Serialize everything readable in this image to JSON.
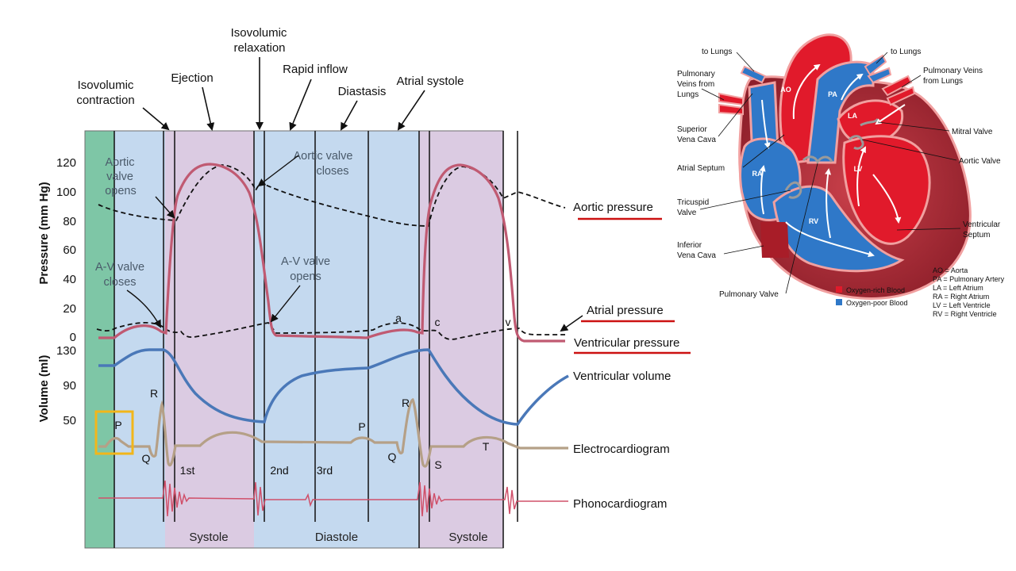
{
  "wiggers": {
    "phase_labels": {
      "isovolumic_contraction": [
        "Isovolumic",
        "contraction"
      ],
      "ejection": "Ejection",
      "isovolumic_relaxation": [
        "Isovolumic",
        "relaxation"
      ],
      "rapid_inflow": "Rapid inflow",
      "diastasis": "Diastasis",
      "atrial_systole": "Atrial systole"
    },
    "pressure_axis": {
      "title": "Pressure (mm Hg)",
      "ticks": [
        "120",
        "100",
        "80",
        "60",
        "40",
        "20",
        "0"
      ]
    },
    "volume_axis": {
      "title": "Volume (ml)",
      "ticks": [
        "130",
        "90",
        "50"
      ]
    },
    "annotations": {
      "aortic_opens": [
        "Aortic",
        "valve",
        "opens"
      ],
      "aortic_closes": [
        "Aortic valve",
        "closes"
      ],
      "av_closes": [
        "A-V valve",
        "closes"
      ],
      "av_opens": [
        "A-V valve",
        "opens"
      ]
    },
    "wave_letters": {
      "a": "a",
      "c": "c",
      "v": "v"
    },
    "ecg_letters": {
      "p1": "P",
      "q1": "Q",
      "r1": "R",
      "p2": "P",
      "q2": "Q",
      "r2": "R",
      "s2": "S",
      "t2": "T"
    },
    "heart_sounds": {
      "first": "1st",
      "second": "2nd",
      "third": "3rd"
    },
    "curve_labels": {
      "aortic_pressure": "Aortic pressure",
      "atrial_pressure": "Atrial pressure",
      "ventricular_pressure": "Ventricular pressure",
      "ventricular_volume": "Ventricular volume",
      "electrocardiogram": "Electrocardiogram",
      "phonocardiogram": "Phonocardiogram"
    },
    "bottom_phases": {
      "systole1": "Systole",
      "diastole": "Diastole",
      "systole2": "Systole"
    },
    "colors": {
      "atrial_band": "#7ec6a6",
      "diastole_band": "#c4d9ef",
      "systole_band": "#dbcbe2",
      "ventricular_pressure": "#c05a72",
      "volume": "#4a78b8",
      "ecg": "#b5a087",
      "phono": "#d0506a",
      "underline": "#cc1111",
      "highlight_box": "#f2b61a"
    }
  },
  "heart": {
    "labels": {
      "to_lungs_left": "to Lungs",
      "to_lungs_right": "to Lungs",
      "pulm_veins_left": [
        "Pulmonary",
        "Veins from",
        "Lungs"
      ],
      "pulm_veins_right": [
        "Pulmonary Veins",
        "from Lungs"
      ],
      "svc": [
        "Superior",
        "Vena Cava"
      ],
      "atrial_septum": "Atrial Septum",
      "tricuspid": [
        "Tricuspid",
        "Valve"
      ],
      "ivc": [
        "Inferior",
        "Vena Cava"
      ],
      "pulmonary_valve": "Pulmonary Valve",
      "mitral": "Mitral Valve",
      "aortic_valve": "Aortic Valve",
      "ventricular_septum": [
        "Ventricular",
        "Septum"
      ]
    },
    "chambers": {
      "ao": "AO",
      "pa": "PA",
      "la": "LA",
      "ra": "RA",
      "lv": "LV",
      "rv": "RV"
    },
    "legend": {
      "rich": "Oxygen-rich Blood",
      "poor": "Oxygen-poor Blood"
    },
    "abbreviations": [
      "AO = Aorta",
      "PA = Pulmonary Artery",
      "LA  = Left Atrium",
      "RA = Right Atrium",
      "LV  = Left Ventricle",
      "RV = Right Ventricle"
    ],
    "colors": {
      "oxygen_rich": "#e11a2b",
      "oxygen_poor": "#2f78c8",
      "muscle": "#b6303c",
      "outline": "#f1a0a0"
    }
  }
}
